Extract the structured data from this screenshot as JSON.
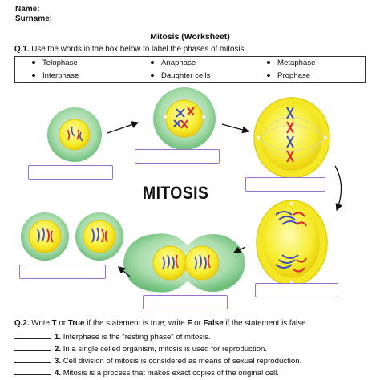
{
  "header": {
    "name_label": "Name:",
    "surname_label": "Surname:"
  },
  "title": "Mitosis (Worksheet)",
  "q1": {
    "number": "Q.1.",
    "text": " Use the words in the box below to label the phases of mitosis.",
    "words": [
      "Telophase",
      "Anaphase",
      "Metaphase",
      "Interphase",
      "Daughter cells",
      "Prophase"
    ]
  },
  "diagram": {
    "center_label": "MITOSIS"
  },
  "q2": {
    "number": "Q.2.",
    "parts": [
      "Write ",
      "T",
      " or ",
      "True",
      " if the statement is true; write ",
      "F",
      " or ",
      "False",
      " if the statement is false."
    ],
    "statements": [
      {
        "num": "1.",
        "text": "Interphase is the \"resting phase\" of mitosis."
      },
      {
        "num": "2.",
        "text": "In a single celled organism, mitosis is used for reproduction."
      },
      {
        "num": "3.",
        "text": "Cell division of mitosis is considered as means of sexual reproduction."
      },
      {
        "num": "4.",
        "text": "Mitosis is a process that makes exact copies of the original cell."
      }
    ]
  },
  "colors": {
    "cell_outer": "#9fd6a4",
    "cell_inner": "#f7ef3a",
    "answer_box_border": "#9b6fcf",
    "chromosome_red": "#d9262b",
    "chromosome_blue": "#3f4fbf"
  }
}
